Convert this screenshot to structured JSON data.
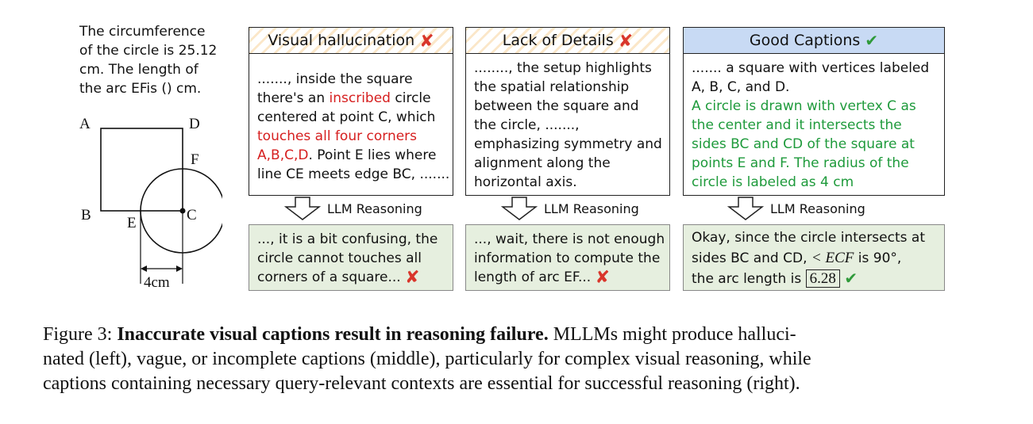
{
  "question": {
    "lines": [
      "The circumference",
      "of the circle is 25.12",
      "cm. The length of",
      "the arc EFis () cm."
    ]
  },
  "figure": {
    "labels": {
      "A": "A",
      "B": "B",
      "C": "C",
      "D": "D",
      "E": "E",
      "F": "F"
    },
    "measure": "4cm"
  },
  "panels": [
    {
      "title": "Visual hallucination",
      "status": "wrong",
      "caption_lines": [
        [
          {
            "t": "......., inside the square"
          }
        ],
        [
          {
            "t": "there's an "
          },
          {
            "t": "inscribed",
            "c": "red"
          },
          {
            "t": " circle"
          }
        ],
        [
          {
            "t": "centered at point C,  which"
          }
        ],
        [
          {
            "t": "touches all four corners",
            "c": "red"
          }
        ],
        [
          {
            "t": "A,B,C,D",
            "c": "red"
          },
          {
            "t": ". Point E lies where"
          }
        ],
        [
          {
            "t": "line CE meets edge BC, ......."
          }
        ]
      ],
      "reasoning_label": "LLM Reasoning",
      "result_lines": [
        "..., it is a bit confusing, the",
        "circle cannot touches all",
        "corners of a square..."
      ]
    },
    {
      "title": "Lack of Details",
      "status": "wrong",
      "caption_lines": [
        [
          {
            "t": "........, the setup highlights"
          }
        ],
        [
          {
            "t": "the spatial relationship"
          }
        ],
        [
          {
            "t": "between the square and"
          }
        ],
        [
          {
            "t": "the circle, .......,"
          }
        ],
        [
          {
            "t": "emphasizing symmetry and"
          }
        ],
        [
          {
            "t": "alignment along the"
          }
        ],
        [
          {
            "t": "horizontal axis."
          }
        ]
      ],
      "reasoning_label": "LLM Reasoning",
      "result_lines": [
        "..., wait, there is not enough",
        "information to compute the",
        "length of arc EF..."
      ]
    },
    {
      "title": "Good Captions",
      "status": "correct",
      "caption_lines": [
        [
          {
            "t": "....... a square with vertices labeled"
          }
        ],
        [
          {
            "t": "A, B, C, and D."
          }
        ],
        [
          {
            "t": "A circle is drawn with vertex C as",
            "c": "green"
          }
        ],
        [
          {
            "t": "the center and it intersects the",
            "c": "green"
          }
        ],
        [
          {
            "t": "sides BC and CD of the square at",
            "c": "green"
          }
        ],
        [
          {
            "t": "points E and F. The radius of the",
            "c": "green"
          }
        ],
        [
          {
            "t": "circle is labeled as 4 cm",
            "c": "green"
          }
        ]
      ],
      "reasoning_label": "LLM Reasoning",
      "result_lines": [
        "Okay, since the circle intersects at",
        "sides BC and CD, ",
        "the arc length is "
      ],
      "angle_text": "< ECF",
      "angle_value": " is 90°,",
      "answer": "6.28"
    }
  ],
  "caption": {
    "label": "Figure 3: ",
    "bold": "Inaccurate visual captions result in reasoning failure.",
    "line1_rest": " MLLMs might produce halluci-",
    "line2": "nated (left), vague, or incomplete captions (middle), particularly for complex visual reasoning, while",
    "line3": "captions containing necessary query-relevant contexts are essential for successful reasoning (right)."
  }
}
